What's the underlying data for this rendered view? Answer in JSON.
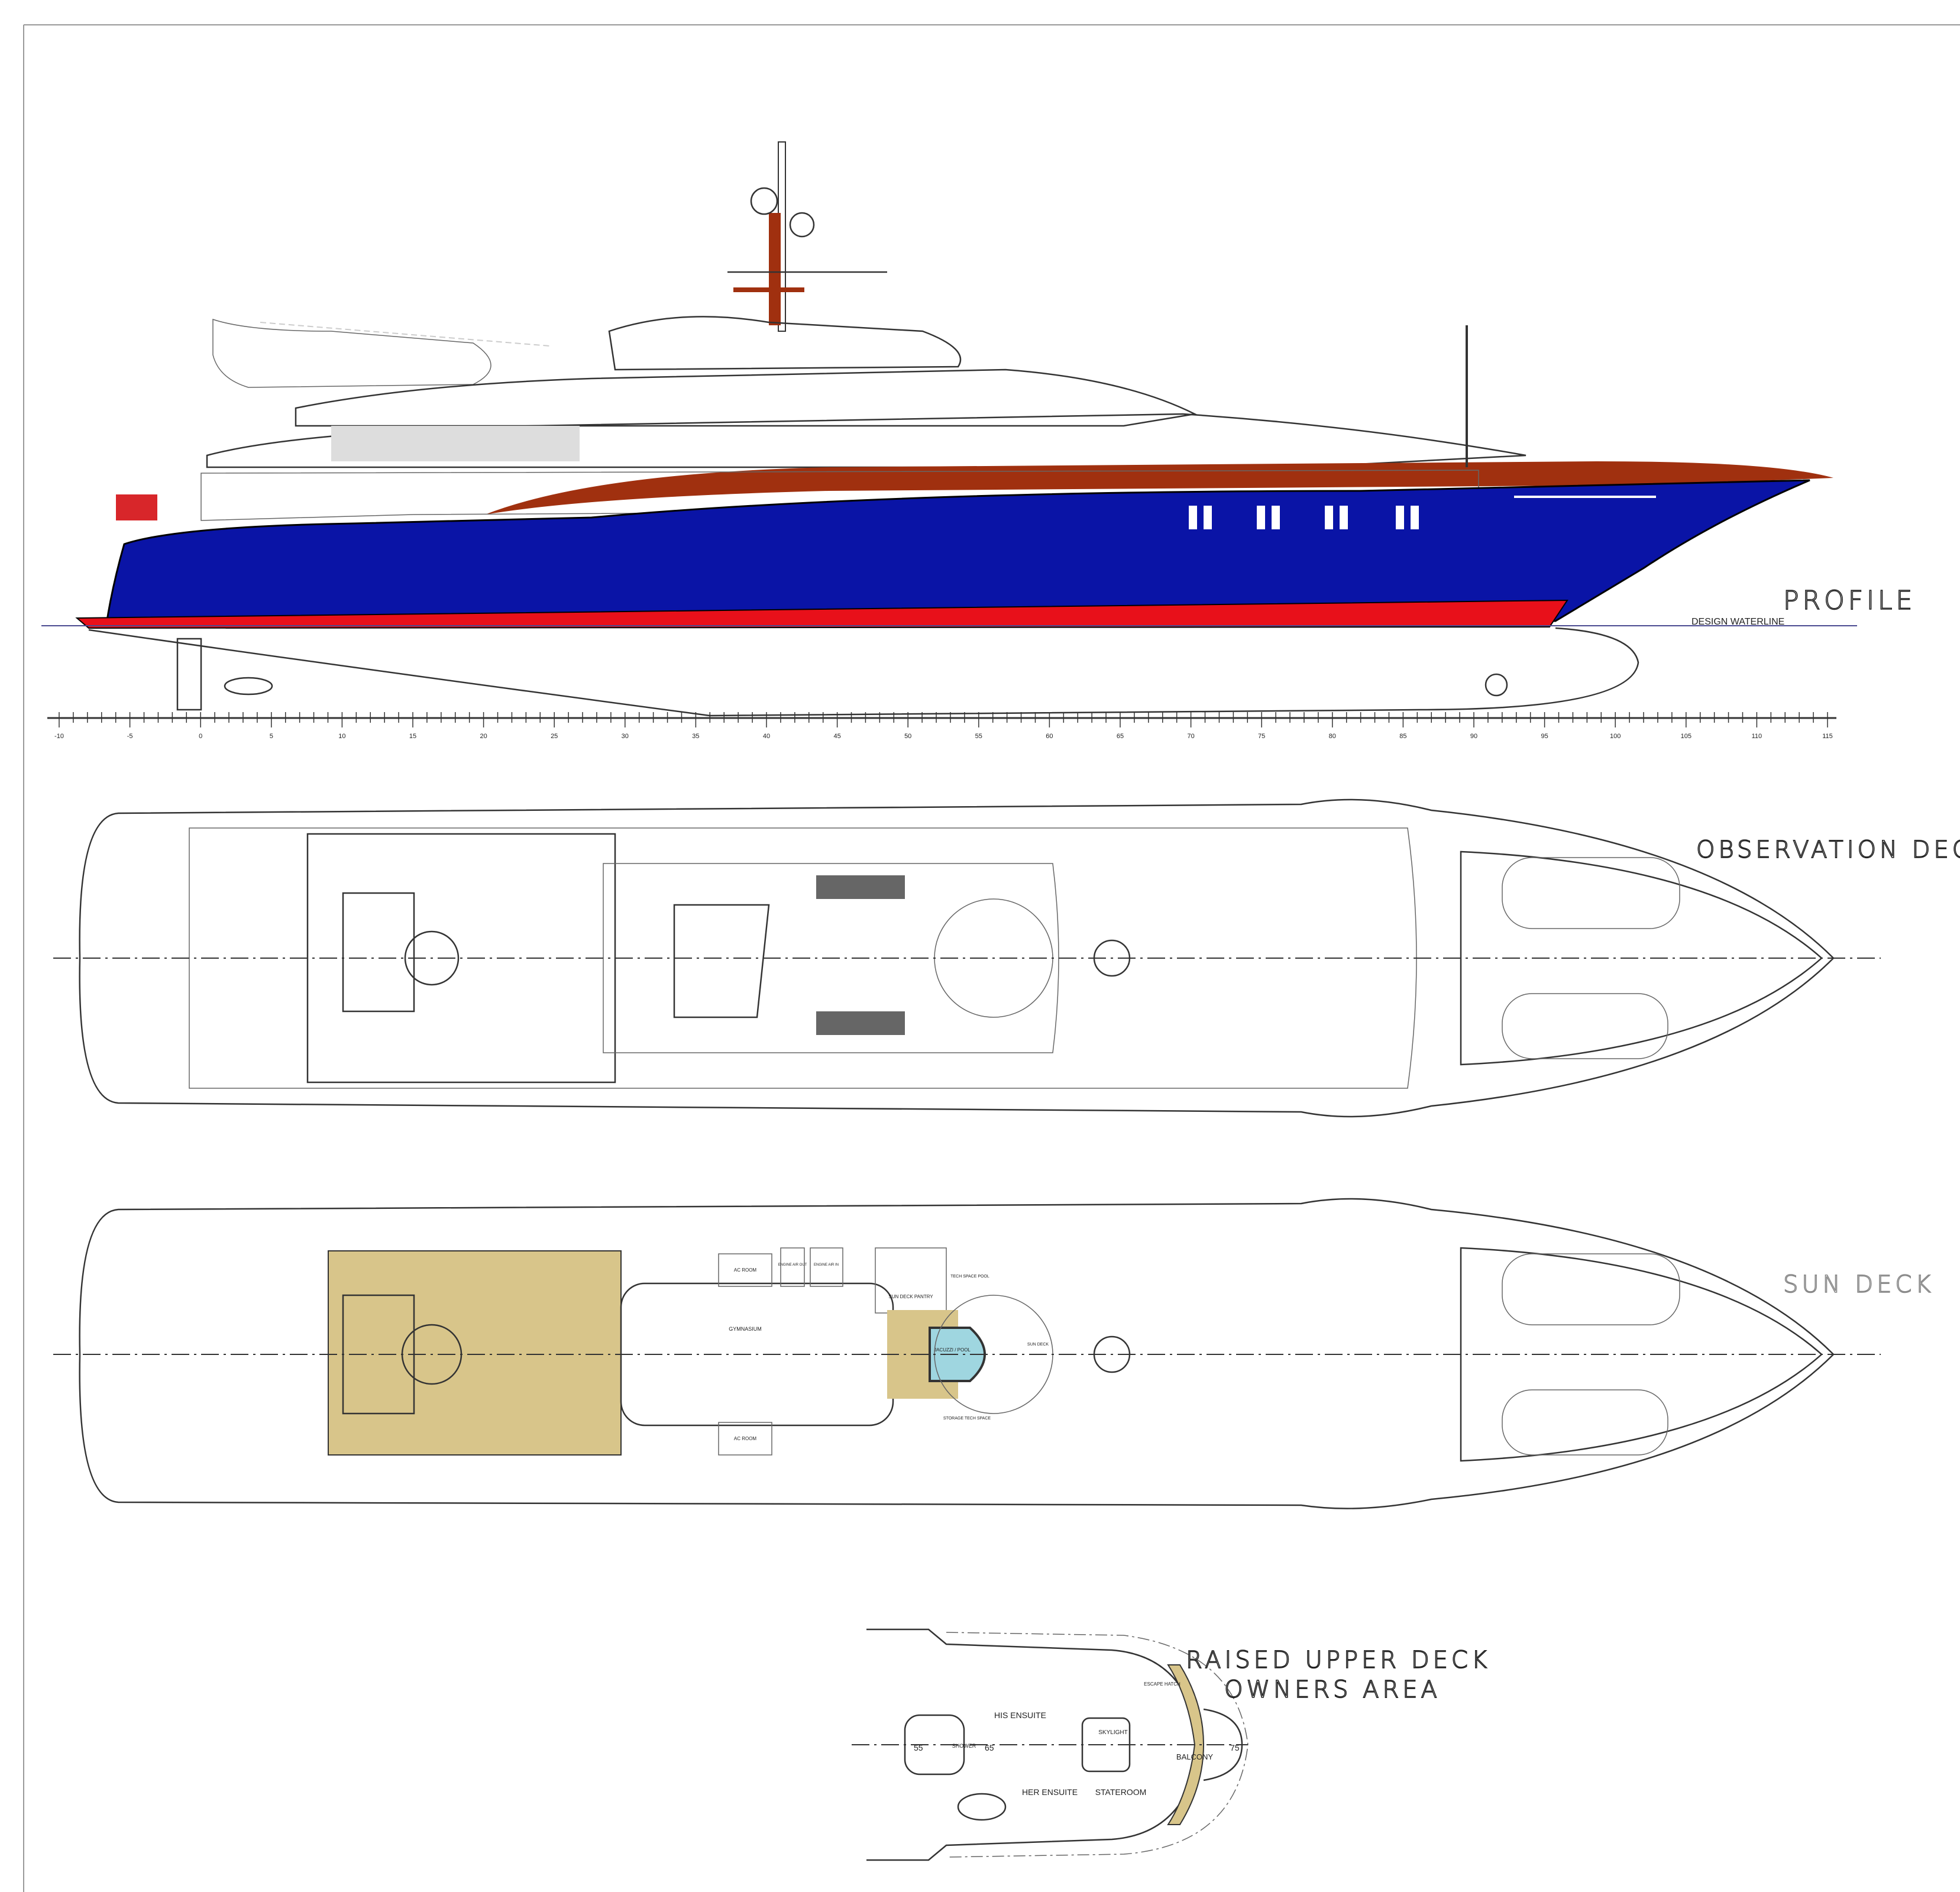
{
  "views": {
    "profile": {
      "title": "PROFILE",
      "waterline_label": "DESIGN WATERLINE"
    },
    "observation_deck": {
      "title": "OBSERVATION DECK"
    },
    "sun_deck": {
      "title": "SUN DECK",
      "rooms": {
        "gym": "GYMNASIUM",
        "ac_room_port": "AC ROOM",
        "ac_room_stbd": "AC ROOM",
        "engine_air_out": "ENGINE AIR OUT",
        "engine_air_in": "ENGINE AIR IN",
        "pantry": "SUN DECK PANTRY",
        "pool": "JACUZZI / POOL",
        "sun_deck": "SUN DECK",
        "storage": "STORAGE TECH SPACE",
        "tech_pool": "TECH SPACE POOL"
      }
    },
    "raised_upper_deck": {
      "title_line1": "RAISED UPPER DECK",
      "title_line2": "OWNERS AREA",
      "rooms": {
        "his": "HIS ENSUITE",
        "her": "HER ENSUITE",
        "stateroom": "STATEROOM",
        "skylight": "SKYLIGHT",
        "shower": "SHOWER",
        "balcony": "BALCONY",
        "escape": "ESCAPE HATCH"
      },
      "frames": [
        "55",
        "65",
        "75"
      ]
    }
  },
  "frame_scale": [
    "-10",
    "-5",
    "0",
    "5",
    "10",
    "15",
    "20",
    "25",
    "30",
    "35",
    "40",
    "45",
    "50",
    "55",
    "60",
    "65",
    "70",
    "75",
    "80",
    "85",
    "90",
    "95",
    "100",
    "105",
    "110",
    "115"
  ],
  "colors": {
    "hull": "#0a14a6",
    "boot_top": "#e8101a",
    "accent_stripe": "#a0300f",
    "teak": "#d8c58a",
    "pool": "#9fd6e0",
    "flag": "#d8262a"
  }
}
